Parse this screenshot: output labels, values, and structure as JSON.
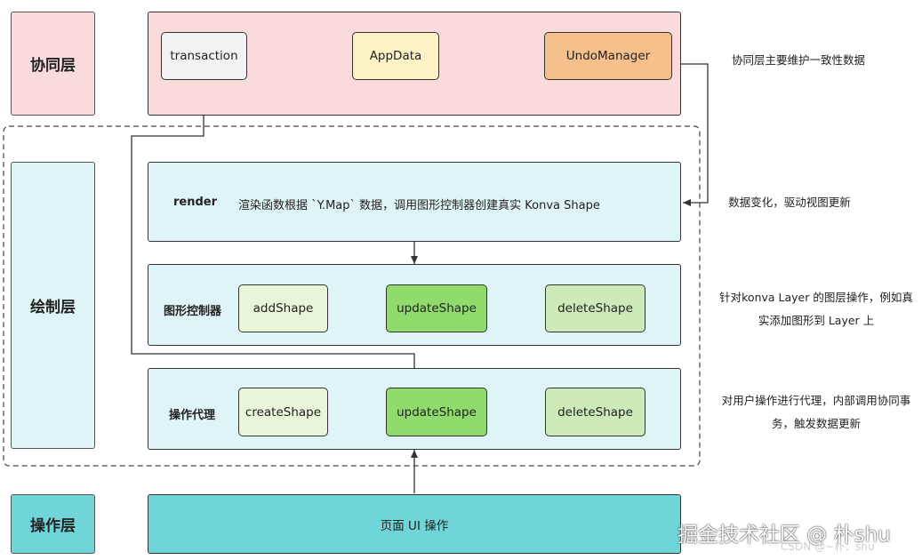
{
  "layers": {
    "collab": "协同层",
    "draw": "绘制层",
    "operate": "操作层"
  },
  "collab": {
    "transaction": "transaction",
    "appdata": "AppData",
    "undo": "UndoManager"
  },
  "render": {
    "title": "render",
    "desc": "渲染函数根据 `Y.Map` 数据，调用图形控制器创建真实 Konva Shape"
  },
  "controller": {
    "title": "图形控制器",
    "add": "addShape",
    "update": "updateShape",
    "delete": "deleteShape"
  },
  "proxy": {
    "title": "操作代理",
    "create": "createShape",
    "update": "updateShape",
    "delete": "deleteShape"
  },
  "ui": {
    "label": "页面 UI 操作"
  },
  "notes": {
    "collab": "协同层主要维护一致性数据",
    "render": "数据变化，驱动视图更新",
    "controller_1": "针对konva Layer 的图层操作，例如真",
    "controller_2": "实添加图形到 Layer 上",
    "proxy_1": "对用户操作进行代理，内部调用协同事",
    "proxy_2": "务，触发数据更新"
  },
  "watermark": {
    "main": "掘金技术社区 @ 朴shu",
    "sub": "CSDN @~朴：shu"
  },
  "colors": {
    "collab_bg": "#f9dbdb",
    "cyan_bg": "#dff4f7",
    "ui_bg": "#70d5d8",
    "transaction": "#f2f2f2",
    "appdata": "#fcf2c6",
    "undo": "#f5c08c",
    "light_green": "#e8f5d8",
    "mid_green": "#cdeab8",
    "green": "#8fdb6c"
  }
}
